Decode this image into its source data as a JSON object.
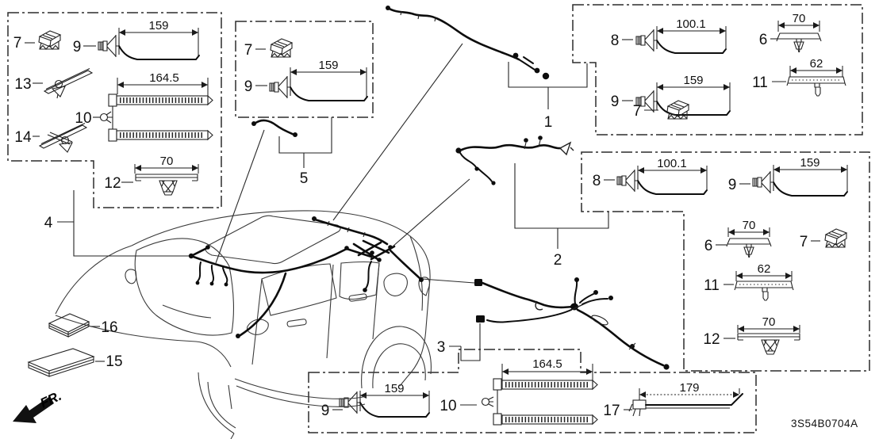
{
  "part_code": "3S54B0704A",
  "fr_label": "FR.",
  "colors": {
    "ink": "#1a1a1a",
    "background": "#ffffff"
  },
  "glyphs": {
    "clip": "push-clip-icon",
    "wire_tie": "wire-tie-with-anchor-icon",
    "sleeve": "corrugated-double-sleeve-icon",
    "bracket_clip": "bracket-clip-icon",
    "pad": "foam-pad-icon",
    "fr_arrow": "front-direction-arrow-icon"
  },
  "callouts": {
    "harness_roof": "1",
    "harness_rear": "2",
    "harness_side": "3",
    "group4": "4",
    "group5": "5",
    "pad_large": "15",
    "pad_small": "16"
  },
  "boxes": {
    "top_left": {
      "items": [
        {
          "ref": "7"
        },
        {
          "ref": "9",
          "dim": "159"
        },
        {
          "ref": "13"
        },
        {
          "ref": "10",
          "dim": "164.5"
        },
        {
          "ref": "14"
        },
        {
          "ref": "12",
          "dim": "70"
        }
      ]
    },
    "mid_left": {
      "items": [
        {
          "ref": "7"
        },
        {
          "ref": "9",
          "dim": "159"
        }
      ]
    },
    "top_right": {
      "items": [
        {
          "ref": "8",
          "dim": "100.1"
        },
        {
          "ref": "6",
          "dim": "70"
        },
        {
          "ref": "9",
          "dim": "159"
        },
        {
          "ref": "11",
          "dim": "62"
        },
        {
          "ref": "7"
        }
      ]
    },
    "mid_right": {
      "items": [
        {
          "ref": "8",
          "dim": "100.1"
        },
        {
          "ref": "9",
          "dim": "159"
        },
        {
          "ref": "6",
          "dim": "70"
        },
        {
          "ref": "7"
        },
        {
          "ref": "11",
          "dim": "62"
        },
        {
          "ref": "12",
          "dim": "70"
        }
      ]
    },
    "bottom": {
      "items": [
        {
          "ref": "9",
          "dim": "159"
        },
        {
          "ref": "10",
          "dim": "164.5"
        },
        {
          "ref": "17",
          "dim": "179"
        }
      ]
    }
  }
}
